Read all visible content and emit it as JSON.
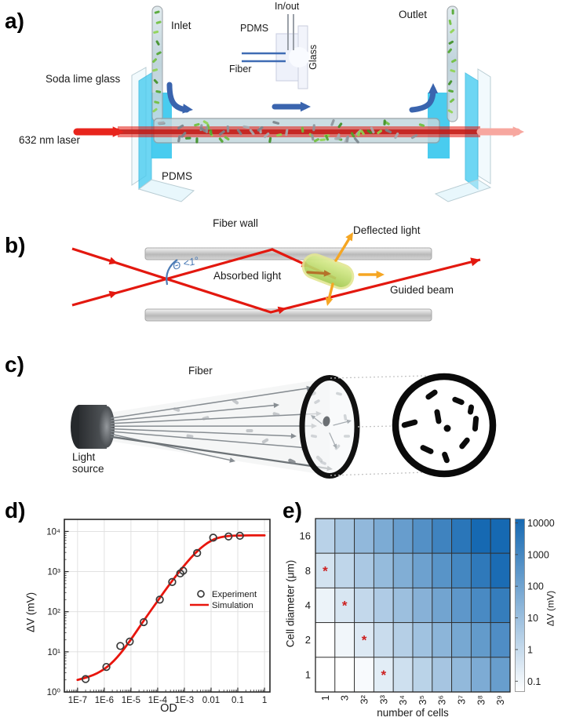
{
  "figure_bg": "#ffffff",
  "colors": {
    "laser_red": "#e8251d",
    "laser_faded": "#f7a79f",
    "flow_blue": "#3a64ae",
    "beam_red": "#e3180f",
    "deflect_orange": "#f5a623",
    "absorb_brown": "#b5722a",
    "cell_green": "#6fbf3a",
    "glass_cyan": "#45cbf0",
    "sim_red": "#e8150d",
    "marker_gray": "#3a3a3a",
    "heat_low": "#ffffff",
    "heat_high": "#1669b2",
    "asterisk_red": "#cc1f1f"
  },
  "panel_a": {
    "label": "a)",
    "inlet": "Inlet",
    "outlet": "Outlet",
    "soda_lime_glass": "Soda lime glass",
    "laser": "632 nm laser",
    "pdms": "PDMS",
    "inset": {
      "in_out": "In/out",
      "pdms": "PDMS",
      "fiber": "Fiber",
      "glass": "Glass"
    }
  },
  "panel_b": {
    "label": "b)",
    "fiber_wall": "Fiber wall",
    "deflected_light": "Deflected light",
    "angle": "Θ <1°",
    "absorbed_light": "Absorbed light",
    "guided_beam": "Guided beam"
  },
  "panel_c": {
    "label": "c)",
    "fiber": "Fiber",
    "light_source": "Light source"
  },
  "panel_d": {
    "label": "d)"
  },
  "panel_e": {
    "label": "e)"
  },
  "chart_data": [
    {
      "id": "panel-d",
      "type": "scatter",
      "title": "",
      "xlabel": "OD",
      "ylabel": "ΔV (mV)",
      "xscale": "log",
      "yscale": "log",
      "xlim": [
        3.2e-08,
        1.6
      ],
      "ylim": [
        1,
        20000
      ],
      "grid": true,
      "x_ticks": [
        1e-07,
        1e-06,
        1e-05,
        0.0001,
        0.001,
        0.01,
        0.1,
        1
      ],
      "x_tick_labels": [
        "1E-7",
        "1E-6",
        "1E-5",
        "1E-4",
        "1E-3",
        "0.01",
        "0.1",
        "1"
      ],
      "y_ticks": [
        1,
        10,
        100,
        1000,
        10000
      ],
      "y_tick_labels": [
        "10⁰",
        "10¹",
        "10²",
        "10³",
        "10⁴"
      ],
      "legend_position": "middle-right",
      "series": [
        {
          "name": "Experiment",
          "type": "scatter",
          "marker": "open-circle",
          "points": [
            [
              2e-07,
              2.1
            ],
            [
              1.2e-06,
              4.2
            ],
            [
              4e-06,
              14
            ],
            [
              9e-06,
              18
            ],
            [
              3e-05,
              55
            ],
            [
              0.00012,
              200
            ],
            [
              0.00035,
              550
            ],
            [
              0.0007,
              900
            ],
            [
              0.0009,
              1050
            ],
            [
              0.003,
              2900
            ],
            [
              0.012,
              7000
            ],
            [
              0.045,
              7500
            ],
            [
              0.12,
              7800
            ]
          ]
        },
        {
          "name": "Simulation",
          "type": "line",
          "points": [
            [
              1e-07,
              2.0
            ],
            [
              3e-07,
              2.4
            ],
            [
              1e-06,
              3.6
            ],
            [
              3e-06,
              7
            ],
            [
              1e-05,
              20
            ],
            [
              3e-05,
              60
            ],
            [
              0.0001,
              185
            ],
            [
              0.0003,
              520
            ],
            [
              0.001,
              1450
            ],
            [
              0.003,
              3300
            ],
            [
              0.01,
              6100
            ],
            [
              0.03,
              7600
            ],
            [
              0.1,
              7950
            ],
            [
              1,
              8000
            ]
          ]
        }
      ]
    },
    {
      "id": "panel-e",
      "type": "heatmap",
      "xlabel": "number of cells",
      "ylabel": "Cell diameter (μm)",
      "x_tick_labels": [
        "1",
        "3",
        "3²",
        "3³",
        "3⁴",
        "3⁵",
        "3⁶",
        "3⁷",
        "3⁸",
        "3⁹"
      ],
      "y_tick_labels": [
        "16",
        "8",
        "4",
        "2",
        "1"
      ],
      "cols_number_of_cells": [
        1,
        3,
        9,
        27,
        81,
        243,
        729,
        2187,
        6561,
        19683
      ],
      "rows_cell_diameter_um_top_to_bottom": [
        16,
        8,
        4,
        2,
        1
      ],
      "values_mV": [
        [
          2,
          6,
          18,
          55,
          170,
          500,
          1500,
          4500,
          13000,
          40000
        ],
        [
          0.5,
          1.5,
          4.6,
          14,
          42,
          125,
          370,
          1100,
          3400,
          10000
        ],
        [
          0.13,
          0.38,
          1.2,
          3.5,
          10,
          31,
          93,
          280,
          840,
          2500
        ],
        [
          0.03,
          0.1,
          0.29,
          0.86,
          2.6,
          7.8,
          23,
          70,
          210,
          630
        ],
        [
          0.008,
          0.024,
          0.07,
          0.22,
          0.65,
          1.9,
          5.8,
          17,
          52,
          160
        ]
      ],
      "annotations": [
        {
          "marker": "*",
          "row": 1,
          "col": 0
        },
        {
          "marker": "*",
          "row": 2,
          "col": 1
        },
        {
          "marker": "*",
          "row": 3,
          "col": 2
        },
        {
          "marker": "*",
          "row": 4,
          "col": 3
        }
      ],
      "colorbar": {
        "label": "ΔV (mV)",
        "scale": "log",
        "domain": [
          0.047,
          13300
        ],
        "ticks": [
          10000,
          1000,
          100,
          10,
          1,
          0.1
        ],
        "tick_labels": [
          "10000",
          "1000",
          "100",
          "10",
          "1",
          "0.1"
        ]
      }
    }
  ]
}
